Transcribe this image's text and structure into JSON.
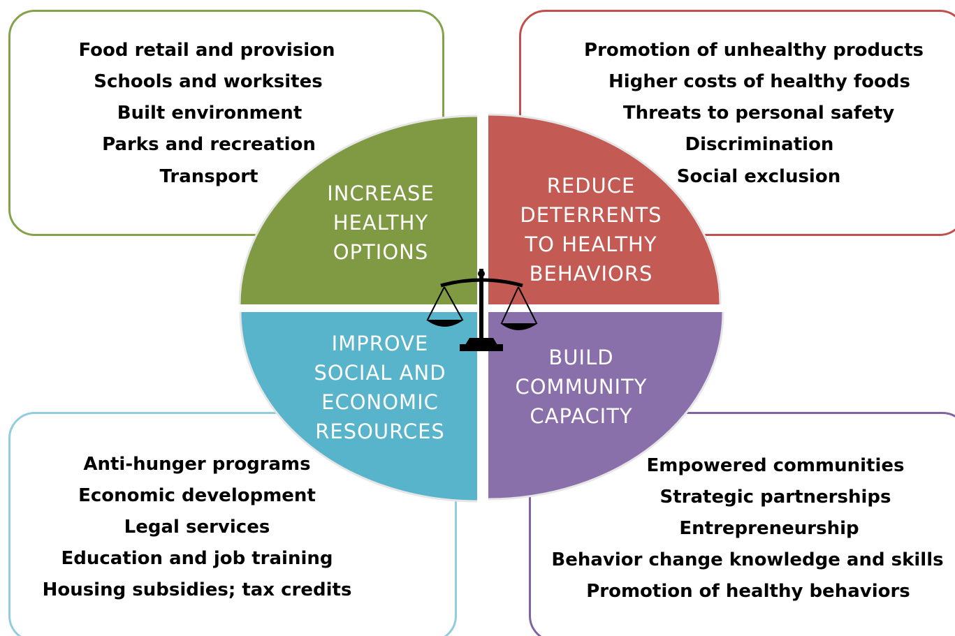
{
  "quadrants": {
    "top_left": {
      "title": [
        "INCREASE",
        "HEALTHY",
        "OPTIONS"
      ],
      "color": "#7f9a43",
      "items": [
        "Food retail and provision",
        "Schools and worksites",
        "Built environment",
        "Parks and recreation",
        "Transport"
      ],
      "border_color": "#84a24a"
    },
    "top_right": {
      "title": [
        "REDUCE",
        "DETERRENTS",
        "TO HEALTHY",
        "BEHAVIORS"
      ],
      "color": "#c35a54",
      "items": [
        "Promotion of unhealthy products",
        "Higher costs of healthy foods",
        "Threats to personal safety",
        "Discrimination",
        "Social exclusion"
      ],
      "border_color": "#c0504d"
    },
    "bottom_left": {
      "title": [
        "IMPROVE",
        "SOCIAL AND",
        "ECONOMIC",
        "RESOURCES"
      ],
      "color": "#58b4cb",
      "items": [
        "Anti-hunger programs",
        "Economic development",
        "Legal services",
        "Education and  job training",
        "Housing subsidies; tax credits"
      ],
      "border_color": "#93cddd"
    },
    "bottom_right": {
      "title": [
        "BUILD",
        "COMMUNITY",
        "CAPACITY"
      ],
      "color": "#8a70aa",
      "items": [
        "Empowered communities",
        "Strategic partnerships",
        "Entrepreneurship",
        "Behavior change knowledge and skills",
        "Promotion of healthy behaviors"
      ],
      "border_color": "#8064a2"
    }
  },
  "center_icon": "scales-of-justice-icon"
}
